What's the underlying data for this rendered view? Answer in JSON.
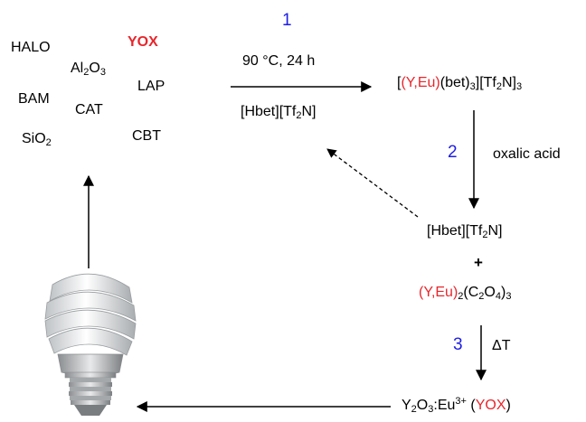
{
  "steps": {
    "s1": "1",
    "s2": "2",
    "s3": "3"
  },
  "phosphors": {
    "halo": "HALO",
    "al": "Al",
    "al_sub2": "2",
    "o": "O",
    "o_sub3": "3",
    "yox": "YOX",
    "lap": "LAP",
    "bam": "BAM",
    "cat": "CAT",
    "si": "SiO",
    "si_sub2": "2",
    "cbt": "CBT"
  },
  "step1": {
    "conditions": "90 °C, 24 h",
    "il_a": "[Hbet][Tf",
    "il_sub": "2",
    "il_b": "N]"
  },
  "complex": {
    "open": "[",
    "metal": "(Y,Eu)",
    "ligand": "(bet)",
    "sub_lig": "3",
    "anion": "][Tf",
    "sub_tf": "2",
    "n_close": "N]",
    "sub_out": "3"
  },
  "step2": {
    "reagent": "oxalic acid"
  },
  "recycled": {
    "a": "[Hbet][Tf",
    "sub": "2",
    "b": "N]"
  },
  "plus": "+",
  "oxalate": {
    "metal": "(Y,Eu)",
    "sub_m": "2",
    "c2": "(C",
    "sub_c": "2",
    "o4": "O",
    "sub_o": "4",
    "close": ")",
    "sub_out": "3"
  },
  "step3": {
    "condition": "ΔT"
  },
  "product": {
    "y": "Y",
    "sub_y": "2",
    "o": "O",
    "sub_o": "3",
    "eu": ":Eu",
    "sup": "3+",
    "open": " (",
    "yox": "YOX",
    "close": ")"
  },
  "colors": {
    "step_number": "#1e1ee6",
    "highlight": "#e8262c",
    "text": "#000000"
  }
}
